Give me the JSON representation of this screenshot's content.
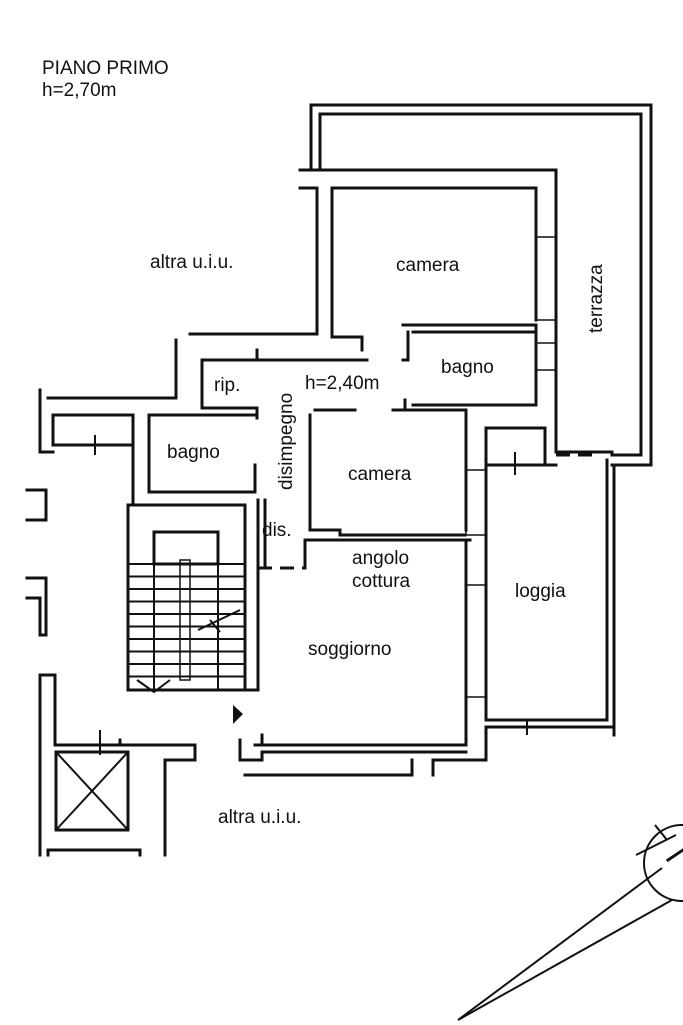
{
  "header": {
    "floor_name": "PIANO PRIMO",
    "floor_height": "h=2,70m"
  },
  "rooms": {
    "camera_north": "camera",
    "terrazza": "terrazza",
    "bagno_east": "bagno",
    "ripostiglio": "rip.",
    "disimpegno": "disimpegno",
    "local_height": "h=2,40m",
    "bagno_west": "bagno",
    "camera_south": "camera",
    "disimpegno_short": "dis.",
    "angolo_cottura_line1": "angolo",
    "angolo_cottura_line2": "cottura",
    "loggia": "loggia",
    "soggiorno": "soggiorno"
  },
  "neighbors": {
    "north": "altra u.i.u.",
    "south": "altra u.i.u."
  },
  "symbols": {
    "entrance": "entrance-arrow-icon",
    "north_arrow": "north-arrow-icon",
    "elevator": "elevator-shaft-icon",
    "staircase": "staircase-icon"
  },
  "colors": {
    "line": "#111111",
    "background": "#ffffff"
  }
}
